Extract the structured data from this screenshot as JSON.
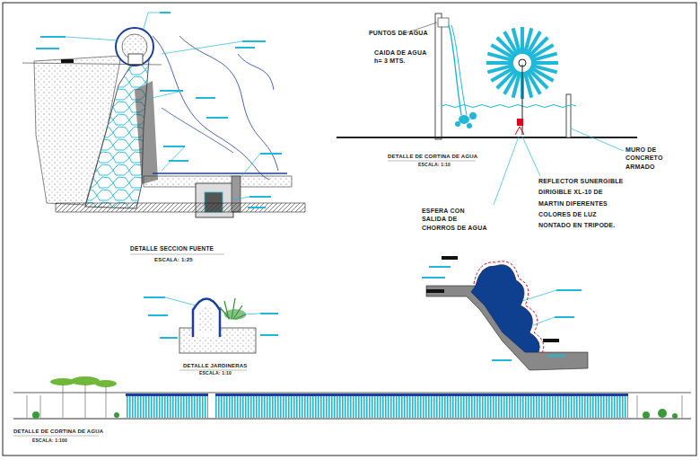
{
  "diagram": {
    "labels": [
      "PUNTOS DE AGUA",
      "CAIDA DE AGUA h= 3 MTS.",
      "MURO DE CONCRETO ARMADO",
      "DETALLE DE CORTINA DE AGUA",
      "ESCALA: 1:10",
      "REFLECTOR SUNERGIBLE DIRIGIBLE XL-10 DE MARTIN DIFERENTES COLORES DE LUZ NONTADO EN TRIPODE.",
      "ESFERA CON SALIDA DE CHORROS DE AGUA",
      "DETALLE SECCION FUENTE",
      "ESCALA: 1:25",
      "DETALLE JARDINERAS",
      "ESCALA: 1:10",
      "DETALLE DE CORTINA DE AGUA",
      "ESCALA: 1:100"
    ]
  }
}
